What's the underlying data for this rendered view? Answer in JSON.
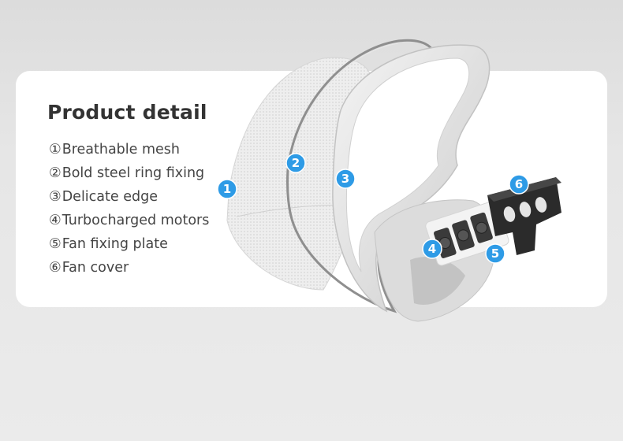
{
  "product": {
    "title": "Product detail",
    "features": [
      {
        "num": "①",
        "label": "Breathable mesh"
      },
      {
        "num": "②",
        "label": "Bold steel ring fixing"
      },
      {
        "num": "③",
        "label": "Delicate edge"
      },
      {
        "num": "④",
        "label": "Turbocharged motors"
      },
      {
        "num": "⑤",
        "label": "Fan fixing plate"
      },
      {
        "num": "⑥",
        "label": "Fan cover"
      }
    ]
  },
  "markers": [
    "1",
    "2",
    "3",
    "4",
    "5",
    "6"
  ],
  "colors": {
    "marker_blue": "#2e9be6",
    "title_text": "#333333",
    "body_text": "#444444",
    "card_background": "#ffffff",
    "page_background": "#e6e6e6"
  },
  "icons": [
    "mesh-panel-icon",
    "steel-ring-icon",
    "edge-frame-icon",
    "motor-fan-icon",
    "fan-cover-icon"
  ]
}
